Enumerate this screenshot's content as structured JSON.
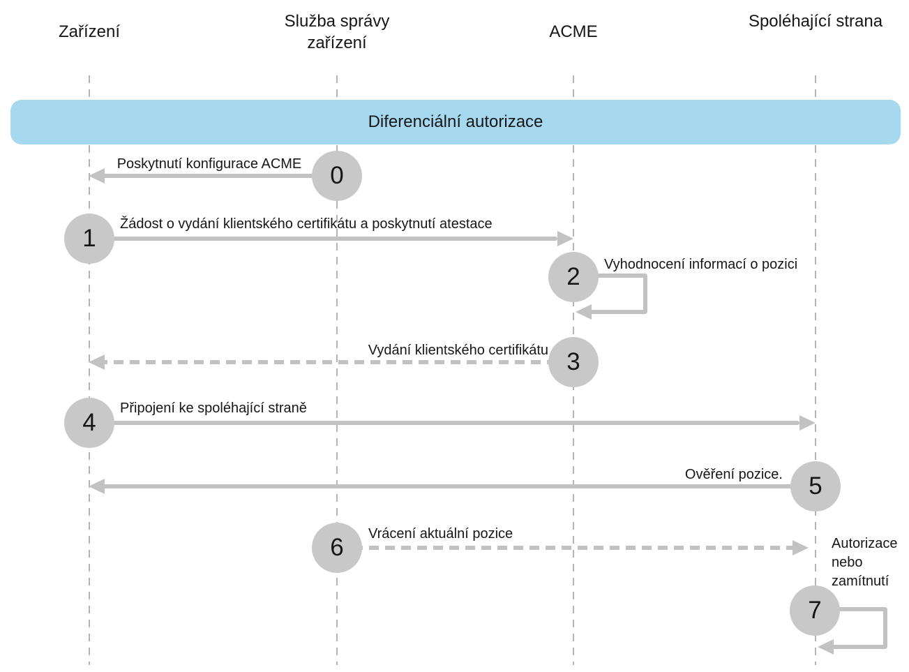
{
  "diagram": {
    "title": "Diferenciální autorizace",
    "actors": [
      {
        "name": "Zařízení"
      },
      {
        "name": "Služba správy zařízení"
      },
      {
        "name": "ACME"
      },
      {
        "name": "Spoléhající strana"
      }
    ],
    "steps": [
      {
        "num": "0",
        "label": "Poskytnutí konfigurace ACME"
      },
      {
        "num": "1",
        "label": "Žádost o vydání klientského certifikátu a poskytnutí atestace"
      },
      {
        "num": "2",
        "label": "Vyhodnocení informací o pozici"
      },
      {
        "num": "3",
        "label": "Vydání klientského certifikátu"
      },
      {
        "num": "4",
        "label": "Připojení ke spoléhající straně"
      },
      {
        "num": "5",
        "label": "Ověření pozice."
      },
      {
        "num": "6",
        "label": "Vrácení aktuální pozice"
      },
      {
        "num": "7",
        "label": "Autorizace nebo zamítnutí"
      }
    ],
    "colors": {
      "banner": "#a6d9f0",
      "circle": "#c8c8c8",
      "arrow": "#c2c2c2",
      "lifeline": "#b4b4b4",
      "text": "#161617"
    }
  }
}
